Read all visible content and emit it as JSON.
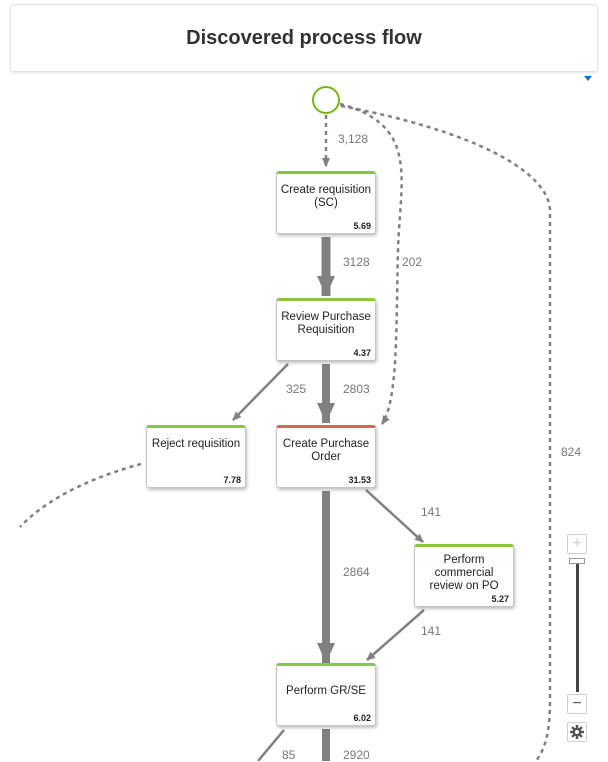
{
  "header": {
    "title": "Discovered process flow"
  },
  "nodes": {
    "create_requisition": {
      "label": "Create requisition (SC)",
      "duration": "5.69"
    },
    "review_requisition": {
      "label": "Review Purchase Requisition",
      "duration": "4.37"
    },
    "reject_requisition": {
      "label": "Reject requisition",
      "duration": "7.78"
    },
    "create_po": {
      "label": "Create Purchase Order",
      "duration": "31.53"
    },
    "commercial_review": {
      "label": "Perform commercial review on PO",
      "duration": "5.27"
    },
    "gr_se": {
      "label": "Perform GR/SE",
      "duration": "6.02"
    }
  },
  "edges": {
    "start_to_create": "3,128",
    "create_to_review": "3128",
    "start_to_po": "202",
    "review_to_reject": "325",
    "review_to_po": "2803",
    "start_to_end": "824",
    "po_to_review": "141",
    "po_to_gr": "2864",
    "review_po_to_gr": "141",
    "gr_side": "85",
    "gr_down": "2920"
  },
  "zoom": {
    "in_label": "+",
    "out_label": "−",
    "settings_icon": "gear-icon"
  },
  "colors": {
    "start": "#7ab317",
    "node_ok": "#8cc63f",
    "node_alert": "#e06060",
    "edge": "#808080"
  }
}
